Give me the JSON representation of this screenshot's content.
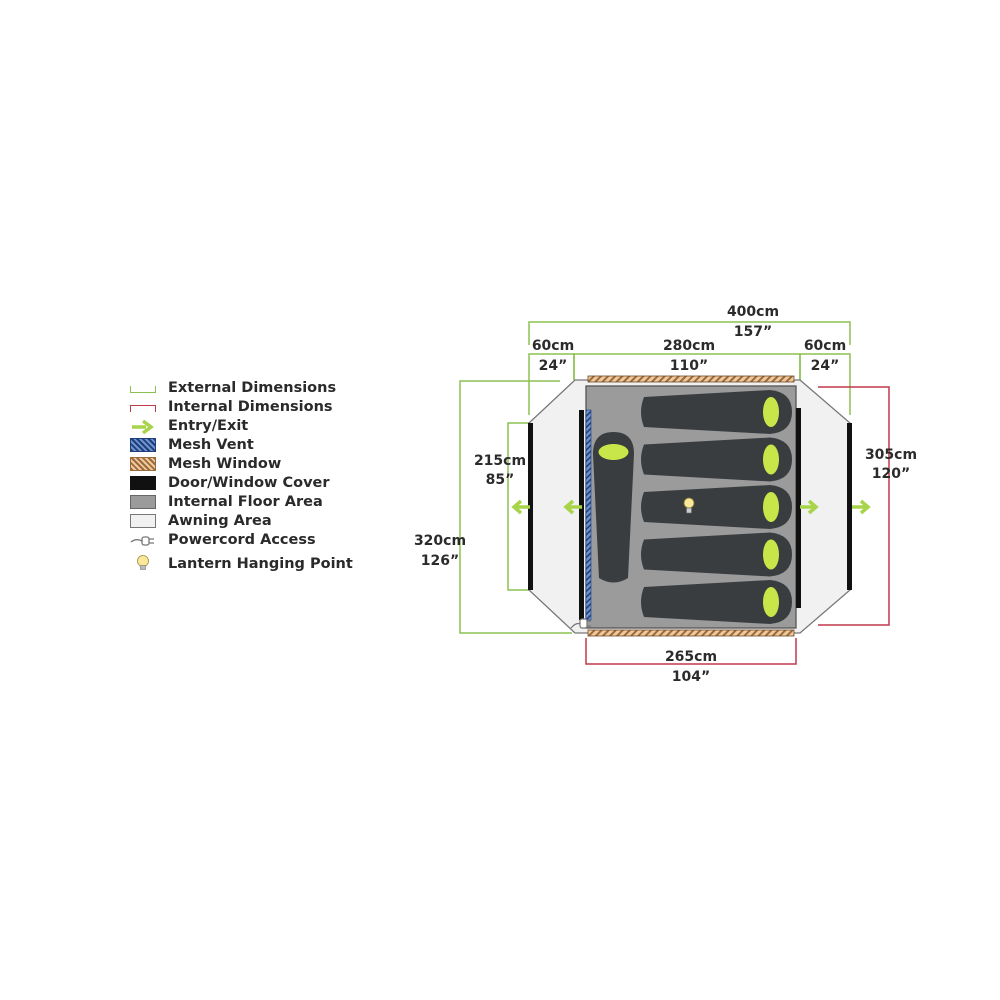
{
  "legend": [
    {
      "key": "external",
      "label": "External Dimensions"
    },
    {
      "key": "internal",
      "label": "Internal Dimensions"
    },
    {
      "key": "entry",
      "label": "Entry/Exit"
    },
    {
      "key": "mesh-vent",
      "label": "Mesh Vent"
    },
    {
      "key": "mesh-window",
      "label": "Mesh Window"
    },
    {
      "key": "door",
      "label": "Door/Window Cover"
    },
    {
      "key": "floor",
      "label": "Internal Floor Area"
    },
    {
      "key": "awning",
      "label": "Awning Area"
    },
    {
      "key": "powercord",
      "label": "Powercord Access"
    },
    {
      "key": "lantern",
      "label": "Lantern Hanging Point"
    }
  ],
  "dimensions": {
    "total_width": {
      "cm": "400cm",
      "in": "157”"
    },
    "left_awning": {
      "cm": "60cm",
      "in": "24”"
    },
    "inner_width": {
      "cm": "280cm",
      "in": "110”"
    },
    "right_awning": {
      "cm": "60cm",
      "in": "24”"
    },
    "door_height": {
      "cm": "215cm",
      "in": "85”"
    },
    "total_height": {
      "cm": "320cm",
      "in": "126”"
    },
    "right_height": {
      "cm": "305cm",
      "in": "120”"
    },
    "floor_width": {
      "cm": "265cm",
      "in": "104”"
    }
  },
  "colors": {
    "external": "#8cc152",
    "internal": "#c0394b",
    "entry_arrow": "#a8d44a",
    "floor": "#9b9b9b",
    "awning": "#f1f1f1",
    "sleeping_bag": "#3a3d40",
    "hood": "#c8e64a",
    "door": "#111111"
  },
  "sleeping_bags": {
    "horizontal": 5,
    "vertical": 1
  }
}
